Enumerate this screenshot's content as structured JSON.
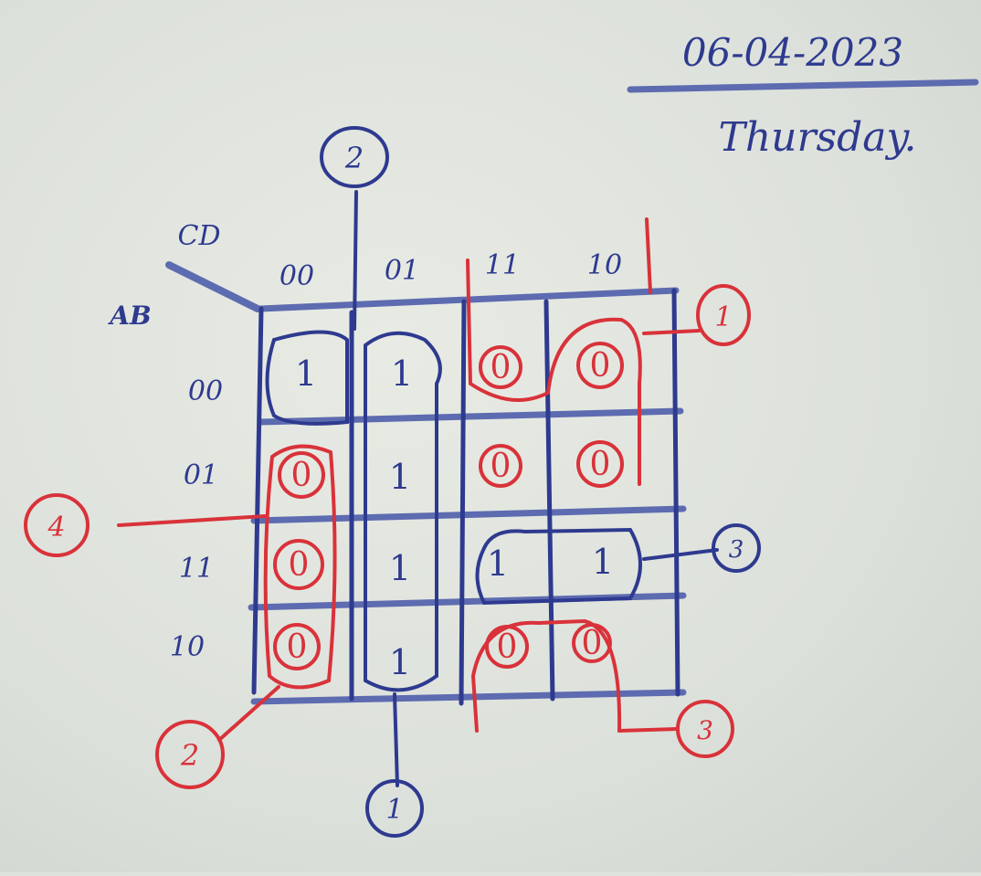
{
  "header": {
    "date": "06-04-2023",
    "day": "Thursday."
  },
  "kmap": {
    "corner_top": "CD",
    "corner_left": "AB",
    "col_headers": [
      "00",
      "01",
      "11",
      "10"
    ],
    "row_headers": [
      "00",
      "01",
      "11",
      "10"
    ],
    "cells": [
      [
        "1",
        "1",
        "0",
        "0"
      ],
      [
        "0",
        "1",
        "0",
        "0"
      ],
      [
        "0",
        "1",
        "1",
        "1"
      ],
      [
        "0",
        "1",
        "0",
        "0"
      ]
    ]
  },
  "group_labels": {
    "top": "2",
    "right_top": "1",
    "left": "4",
    "right_mid": "3",
    "bottom_left": "2",
    "bottom": "1",
    "bottom_right": "3"
  },
  "colors": {
    "blue": "#2e3a8f",
    "red": "#d9323a",
    "grid": "#5d6bb0"
  }
}
